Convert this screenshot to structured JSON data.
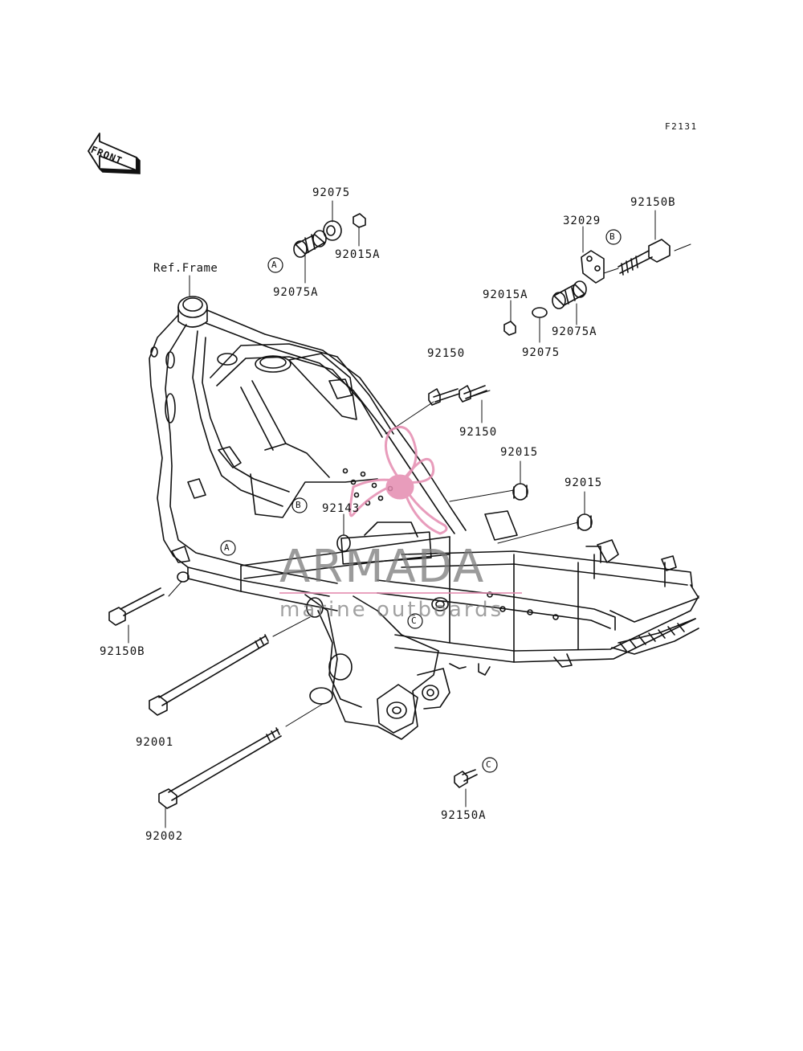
{
  "diagram_code": "F2131",
  "reference_label": "Ref.Frame",
  "front_arrow_text": "FRONT",
  "callouts": {
    "a": "A",
    "b": "B",
    "c": "C"
  },
  "parts": {
    "p92075_top": "92075",
    "p92015A_top": "92015A",
    "p92075A_top": "92075A",
    "p32029": "32029",
    "p92150B_top": "92150B",
    "p92015A_right": "92015A",
    "p92075A_right": "92075A",
    "p92075_right": "92075",
    "p92150_left": "92150",
    "p92150_right": "92150",
    "p92015_upper": "92015",
    "p92015_lower": "92015",
    "p92143": "92143",
    "p92150B_left": "92150B",
    "p92001": "92001",
    "p92002": "92002",
    "p92150A": "92150A"
  },
  "watermark": {
    "brand": "ARMADA",
    "tagline": "marine outboards",
    "accent_color": "#e48bb0"
  },
  "colors": {
    "line": "#111111",
    "background": "#ffffff"
  }
}
